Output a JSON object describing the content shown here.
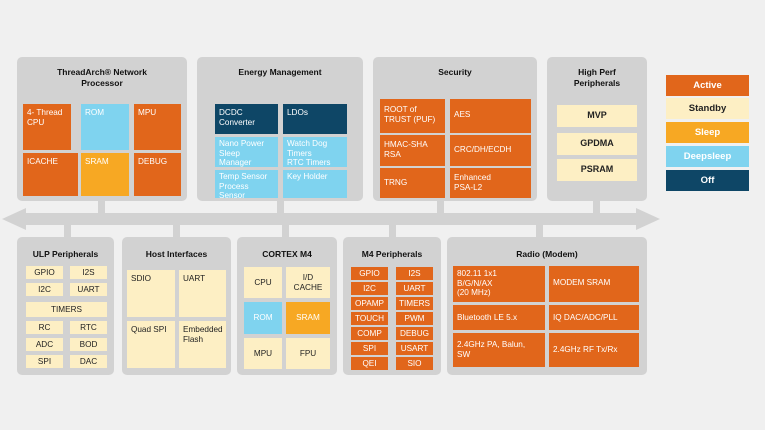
{
  "legend": [
    {
      "label": "Active",
      "state": "active"
    },
    {
      "label": "Standby",
      "state": "standby"
    },
    {
      "label": "Sleep",
      "state": "sleep"
    },
    {
      "label": "Deepsleep",
      "state": "deep"
    },
    {
      "label": "Off",
      "state": "off"
    }
  ],
  "colors": {
    "active": "#e1661b",
    "standby": "#fdefc4",
    "sleep": "#f7a823",
    "deepsleep": "#7fd3ef",
    "off": "#0e4666",
    "panel": "#d2d2d2",
    "bus": "#d2d2d2"
  },
  "threadarch": {
    "title": "ThreadArch® Network\nProcessor",
    "cpu": "4- Thread\nCPU",
    "rom": "ROM",
    "mpu": "MPU",
    "icache": "ICACHE",
    "sram": "SRAM",
    "debug": "DEBUG"
  },
  "energy": {
    "title": "Energy Management",
    "dcdc": "DCDC\nConverter",
    "ldos": "LDOs",
    "nano": "Nano Power\nSleep\nManager",
    "watchdog": "Watch Dog\nTimers\nRTC Timers",
    "temp": "Temp Sensor\nProcess\nSensor",
    "keyholder": "Key Holder"
  },
  "security": {
    "title": "Security",
    "root": "ROOT of\nTRUST (PUF)",
    "aes": "AES",
    "hmac": "HMAC-SHA\nRSA",
    "crc": "CRC/DH/ECDH",
    "trng": "TRNG",
    "psa": "Enhanced\nPSA-L2"
  },
  "highperf": {
    "title": "High Perf\nPeripherals",
    "mvp": "MVP",
    "gpdma": "GPDMA",
    "psram": "PSRAM"
  },
  "ulp": {
    "title": "ULP Peripherals",
    "gpio": "GPIO",
    "i2s": "I2S",
    "i2c": "I2C",
    "uart": "UART",
    "timers": "TIMERS",
    "rc": "RC",
    "rtc": "RTC",
    "adc": "ADC",
    "bod": "BOD",
    "spi": "SPI",
    "dac": "DAC"
  },
  "host": {
    "title": "Host Interfaces",
    "sdio": "SDIO",
    "uart": "UART",
    "quadspi": "Quad SPI",
    "flash": "Embedded\nFlash"
  },
  "cortex": {
    "title": "CORTEX M4",
    "cpu": "CPU",
    "icache": "I/D\nCACHE",
    "rom": "ROM",
    "sram": "SRAM",
    "mpu": "MPU",
    "fpu": "FPU"
  },
  "m4": {
    "title": "M4 Peripherals",
    "gpio": "GPIO",
    "i2s": "I2S",
    "i2c": "I2C",
    "uart": "UART",
    "opamp": "OPAMP",
    "timers": "TIMERS",
    "touch": "TOUCH",
    "pwm": "PWM",
    "comp": "COMP",
    "debug": "DEBUG",
    "spi": "SPI",
    "usart": "USART",
    "qei": "QEI",
    "sio": "SIO"
  },
  "radio": {
    "title": "Radio (Modem)",
    "wifi": "802.11 1x1\nB/G/N/AX\n(20 MHz)",
    "modemsram": "MODEM SRAM",
    "ble": "Bluetooth LE 5.x",
    "iqdac": "IQ DAC/ADC/PLL",
    "pa": "2.4GHz PA, Balun,\nSW",
    "rf": "2.4GHz RF Tx/Rx"
  }
}
